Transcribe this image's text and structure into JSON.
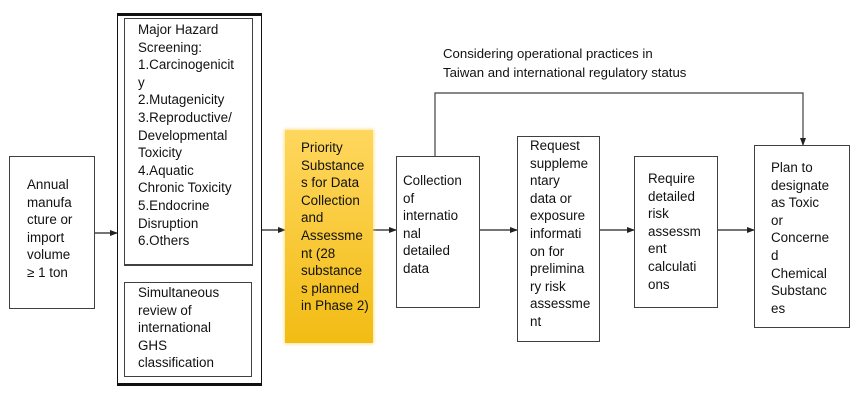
{
  "diagram": {
    "annotation": "Considering operational practices in\nTaiwan and international regulatory status",
    "nodes": {
      "start": "Annual\nmanufa\ncture  or\nimport\nvolume\n≥ 1 ton",
      "hazard_screening": "Major     Hazard\nScreening:\n1.Carcinogenicit\ny\n2.Mutagenicity\n3.Reproductive/\nDevelopmental\nToxicity\n4.Aquatic\nChronic Toxicity\n5.Endocrine\nDisruption\n6.Others",
      "ghs_review": "Simultaneous\nreview            of\ninternational\nGHS\nclassification",
      "priority": "Priority\nSubstance\ns for Data\nCollection\nand\nAssessme\nnt (28\nsubstance\ns planned\nin Phase 2)",
      "collection": "Collection\nof\ninternatio\nnal\ndetailed\ndata",
      "request": "Request\nsuppleme\nntary\ndata or\nexposure\ninformati\non for\nprelimina\nry risk\nassessme\nnt",
      "require": "Require\ndetailed\nrisk\nassessm\nent\ncalculati\nons",
      "plan": "Plan to\ndesignate\nas Toxic\nor\nConcerne\nd\nChemical\nSubstanc\nes"
    },
    "colors": {
      "highlight_top": "#FFD75E",
      "highlight_bottom": "#F2BC14",
      "line": "#404040"
    }
  }
}
